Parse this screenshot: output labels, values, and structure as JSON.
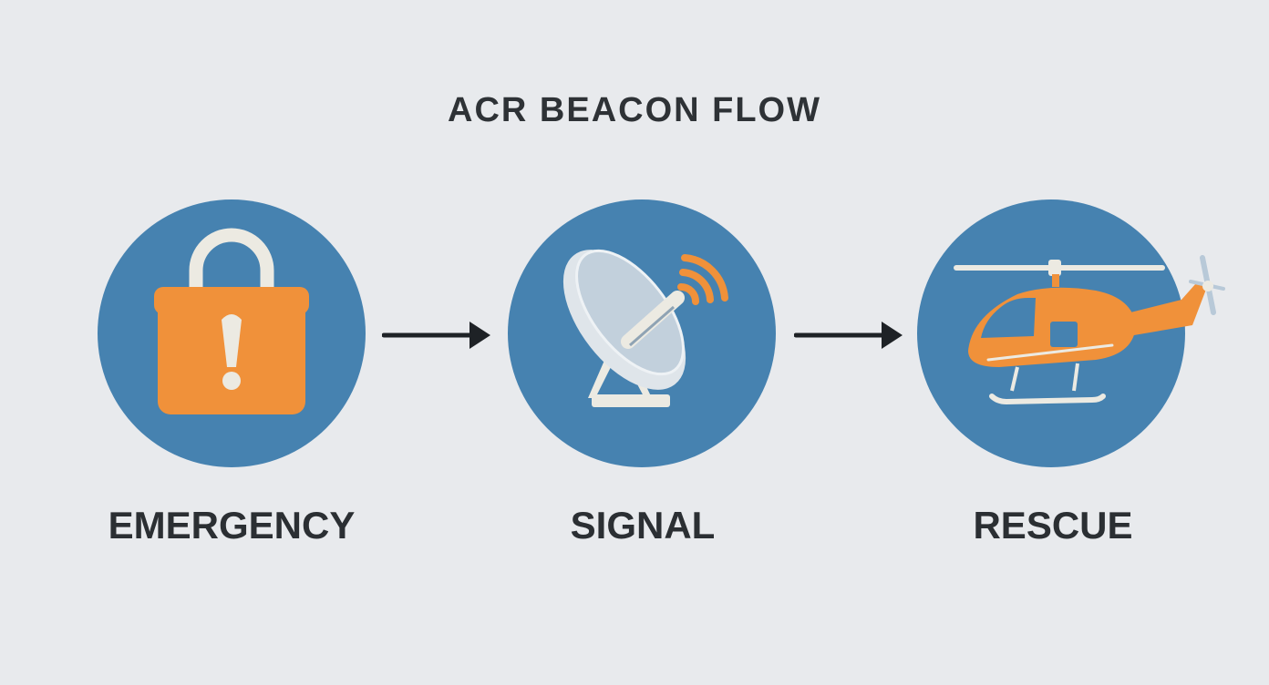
{
  "title": "ACR BEACON FLOW",
  "colors": {
    "background": "#e8eaed",
    "circle": "#4682b0",
    "accent": "#f0913a",
    "text": "#2b2f33",
    "light": "#eceae2"
  },
  "steps": [
    {
      "label": "EMERGENCY",
      "icon": "padlock-alert-icon"
    },
    {
      "label": "SIGNAL",
      "icon": "satellite-dish-icon"
    },
    {
      "label": "RESCUE",
      "icon": "helicopter-icon"
    }
  ]
}
